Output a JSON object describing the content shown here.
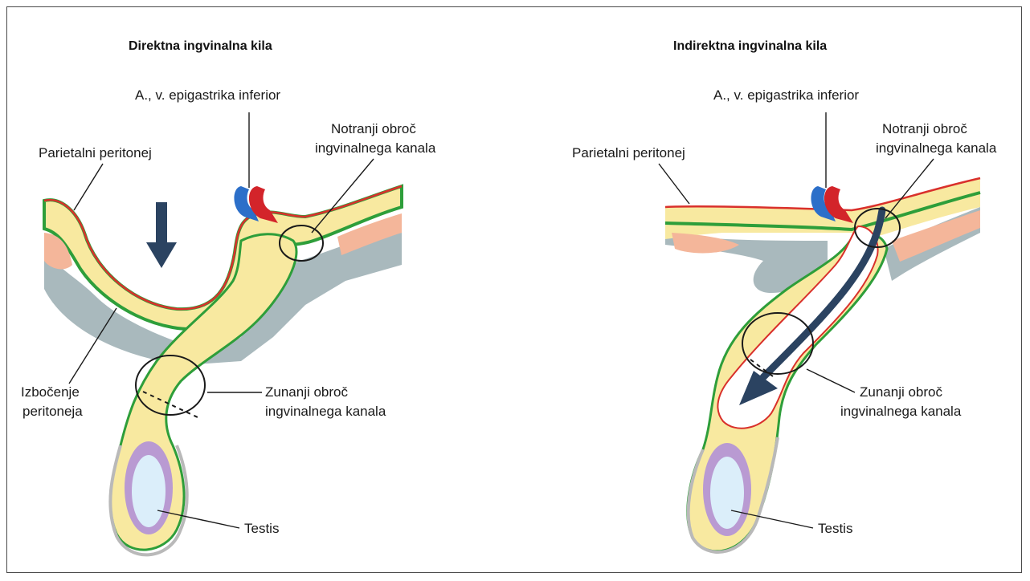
{
  "left_panel": {
    "title": "Direktna ingvinalna kila",
    "labels": {
      "vessel": "A., v. epigastrika inferior",
      "internal_ring_1": "Notranji obroč",
      "internal_ring_2": "ingvinalnega kanala",
      "peritoneum": "Parietalni peritonej",
      "bulge_1": "Izbočenje",
      "bulge_2": "peritoneja",
      "external_ring_1": "Zunanji obroč",
      "external_ring_2": "ingvinalnega kanala",
      "testis": "Testis"
    }
  },
  "right_panel": {
    "title": "Indirektna ingvinalna kila",
    "labels": {
      "vessel": "A., v. epigastrika inferior",
      "internal_ring_1": "Notranji obroč",
      "internal_ring_2": "ingvinalnega kanala",
      "peritoneum": "Parietalni peritonej",
      "external_ring_1": "Zunanji obroč",
      "external_ring_2": "ingvinalnega kanala",
      "testis": "Testis"
    }
  },
  "colors": {
    "peritoneum_line": "#d9302b",
    "fascia_green": "#2e9e3a",
    "canal_yellow": "#f8e9a0",
    "fat_salmon": "#f4b69a",
    "muscle_gray": "#a9b9bd",
    "vein_blue": "#2c6fc9",
    "artery_red": "#d3242a",
    "arrow_navy": "#2b4361",
    "tunica_purple": "#b99ad2",
    "testis_blue": "#dbeefa",
    "scrotum_gray": "#b9b9b9"
  }
}
